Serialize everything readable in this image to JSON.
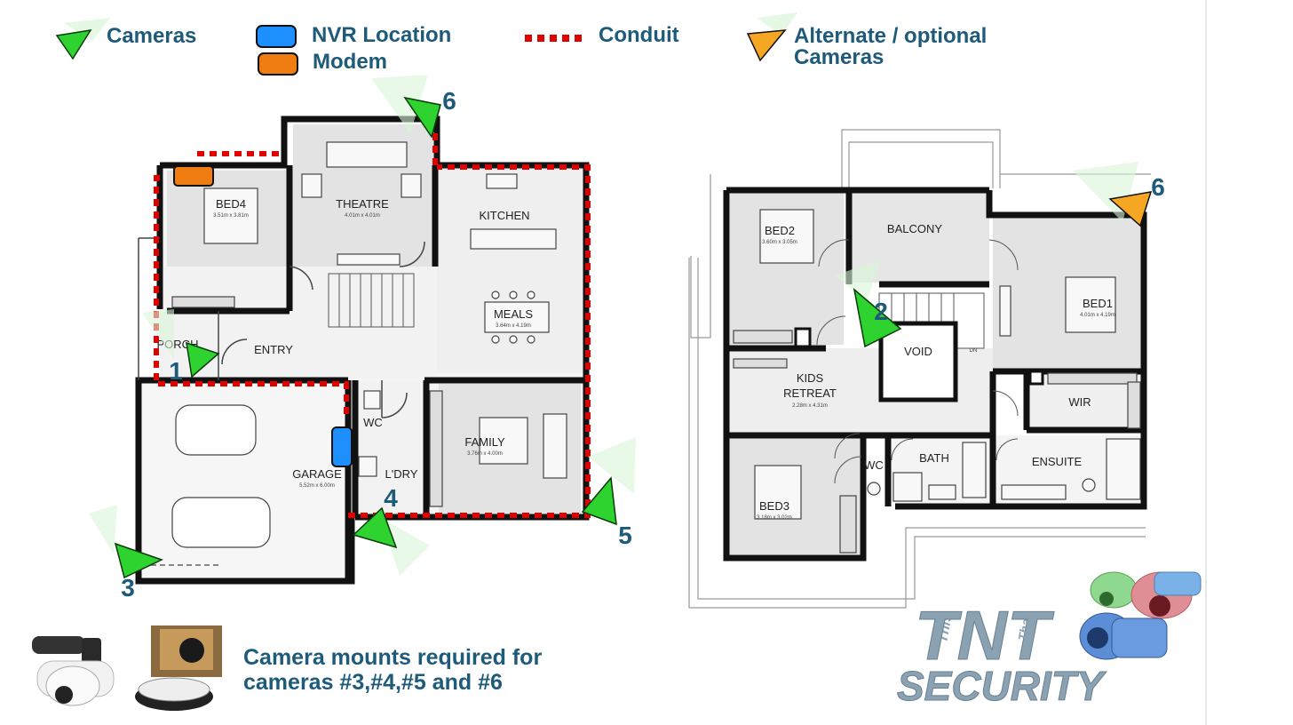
{
  "legend": {
    "cameras": "Cameras",
    "nvr": "NVR Location",
    "modem": "Modem",
    "conduit": "Conduit",
    "alt_line1": "Alternate / optional",
    "alt_line2": "Cameras"
  },
  "colors": {
    "camera": "#2fd32f",
    "alternate_camera": "#f5a623",
    "nvr": "#1e8fff",
    "modem": "#f07d12",
    "conduit": "#e00000",
    "text": "#1e5a7a",
    "wall": "#111111",
    "floor": "#e6e6e6"
  },
  "ground_floor": {
    "rooms": {
      "bed4": "BED4",
      "bed4_dim": "3.51m x 3.81m",
      "theatre": "THEATRE",
      "theatre_dim": "4.01m x 4.01m",
      "kitchen": "KITCHEN",
      "meals": "MEALS",
      "meals_dim": "3.64m x 4.19m",
      "porch": "PORCH",
      "entry": "ENTRY",
      "wc": "WC",
      "laundry": "L'DRY",
      "garage": "GARAGE",
      "garage_dim": "5.52m x 6.00m",
      "family": "FAMILY",
      "family_dim": "3.76m x 4.00m"
    }
  },
  "first_floor": {
    "rooms": {
      "bed2": "BED2",
      "bed2_dim": "3.60m x 3.05m",
      "balcony": "BALCONY",
      "bed1": "BED1",
      "bed1_dim": "4.01m x 4.19m",
      "void": "VOID",
      "kids_retreat_1": "KIDS",
      "kids_retreat_2": "RETREAT",
      "kids_dim": "2.28m x 4.31m",
      "wir": "WIR",
      "wc": "WC",
      "bath": "BATH",
      "ensuite": "ENSUITE",
      "bed3": "BED3",
      "bed3_dim": "3.18m x 3.02m",
      "dn": "DN"
    }
  },
  "cameras": [
    "1",
    "2",
    "3",
    "4",
    "5",
    "6",
    "6"
  ],
  "note": {
    "line1": "Camera mounts required for",
    "line2": "cameras #3,#4,#5 and #6"
  },
  "logo": {
    "this": "This",
    "tnt": "TNT",
    "that": "That",
    "security": "SECURITY"
  }
}
